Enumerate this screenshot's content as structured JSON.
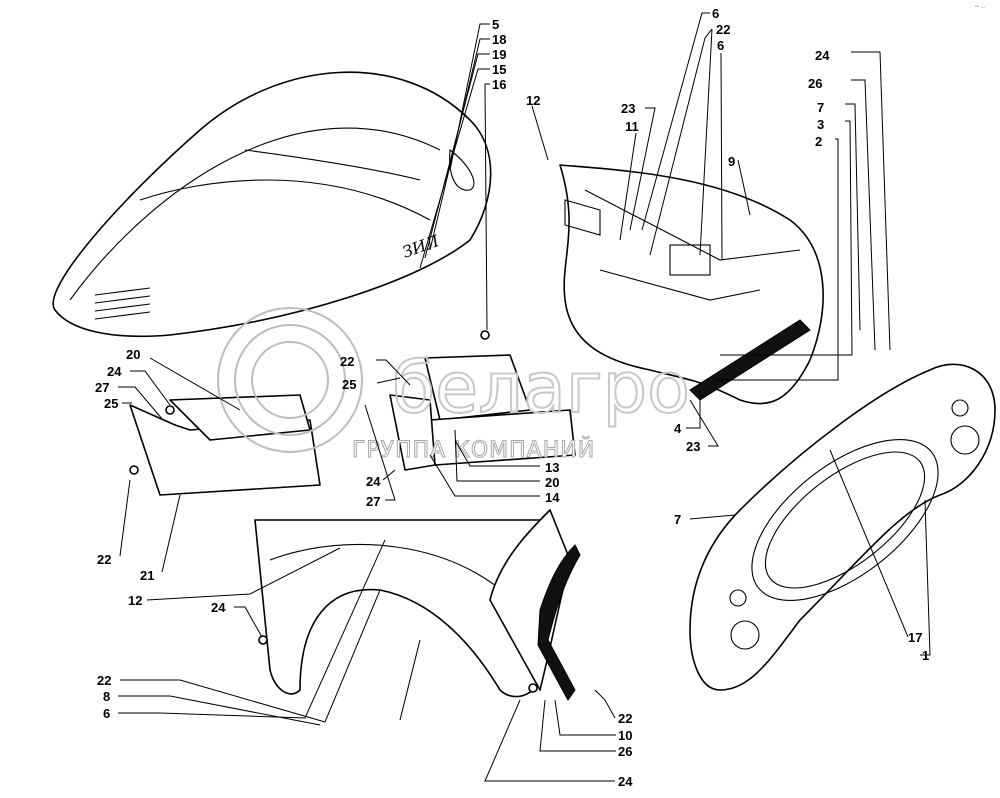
{
  "diagram": {
    "corner_mark": "ꟷ ...",
    "watermark": {
      "logo_text": "белагро",
      "subtitle": "ГРУППА КОМПАНИЙ"
    },
    "parts": {
      "hood": {
        "emblem": "ЗИЛ"
      },
      "labels": {
        "l5": "5",
        "l18": "18",
        "l19": "19",
        "l15": "15",
        "l16": "16",
        "l12a": "12",
        "l6a": "6",
        "l22a": "22",
        "l6b": "6",
        "l9": "9",
        "l23a": "23",
        "l11": "11",
        "l24a": "24",
        "l26a": "26",
        "l7a": "7",
        "l3": "3",
        "l2": "2",
        "l20a": "20",
        "l24b": "24",
        "l27a": "27",
        "l25a": "25",
        "l22b": "22",
        "l25b": "25",
        "l24c": "24",
        "l27b": "27",
        "l13": "13",
        "l20b": "20",
        "l14": "14",
        "l4": "4",
        "l23b": "23",
        "l22c": "22",
        "l21": "21",
        "l12b": "12",
        "l7b": "7",
        "l24d": "24",
        "l17": "17",
        "l1": "1",
        "l22d": "22",
        "l8": "8",
        "l6c": "6",
        "l22e": "22",
        "l10": "10",
        "l26b": "26",
        "l24e": "24"
      }
    }
  }
}
